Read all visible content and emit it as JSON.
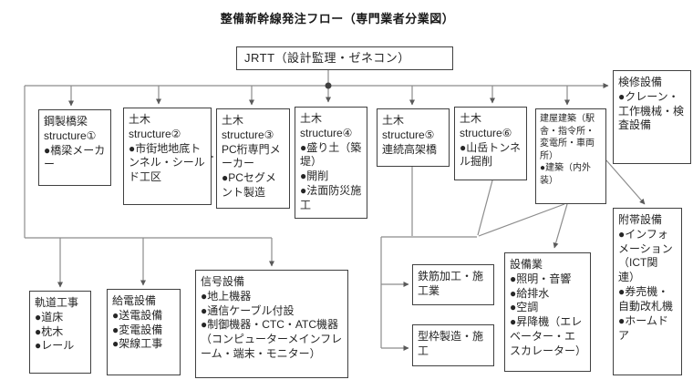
{
  "title": "整備新幹線発注フロー（専門業者分業図）",
  "colors": {
    "background": "#ffffff",
    "box_border": "#404040",
    "connector_line": "#8c8c8c",
    "arrowhead": "#595959",
    "text": "#262626"
  },
  "root": {
    "label": "JRTT（設計監理・ゼネコン）"
  },
  "boxes": {
    "steel_bridge": {
      "text": "鋼製橋梁\nstructure①\n●橋梁メーカー"
    },
    "civil2": {
      "text": "土木\nstructure②\n●市街地地底トンネル・シールド工区"
    },
    "civil3": {
      "text": "土木\nstructure③\nPC桁専門メーカー\n●PCセグメント製造"
    },
    "civil4": {
      "text": "土木\nstructure④\n●盛り土（築堤）\n●開削\n●法面防災施工"
    },
    "civil5": {
      "text": "土木\nstructure⑤\n連続高架橋"
    },
    "civil6": {
      "text": "土木\nstructure⑥\n●山岳トンネル掘削"
    },
    "building": {
      "text": "建屋建築（駅舎・指令所・変電所・車両所）\n●建築（内外装）"
    },
    "inspection": {
      "text": "検修設備\n●クレーン・工作機械・検査設備"
    },
    "ancillary": {
      "text": "附帯設備\n●インフォメーション（ICT関連）\n●券売機・自動改札機\n●ホームドア"
    },
    "track": {
      "text": "軌道工事\n●道床\n●枕木\n●レール"
    },
    "power_supply": {
      "text": "給電設備\n●送電設備\n●変電設備\n●架線工事"
    },
    "signal": {
      "text": "信号設備\n●地上機器\n●通信ケーブル付設\n●制御機器・CTC・ATC機器（コンピューターメインフレーム・端末・モニター）"
    },
    "rebar": {
      "text": "鉄筋加工・施工業"
    },
    "formwork": {
      "text": "型枠製造・施工"
    },
    "equipment": {
      "text": "設備業\n●照明・音響\n●給排水\n●空調\n●昇降機（エレベーター・エスカレーター）"
    }
  }
}
